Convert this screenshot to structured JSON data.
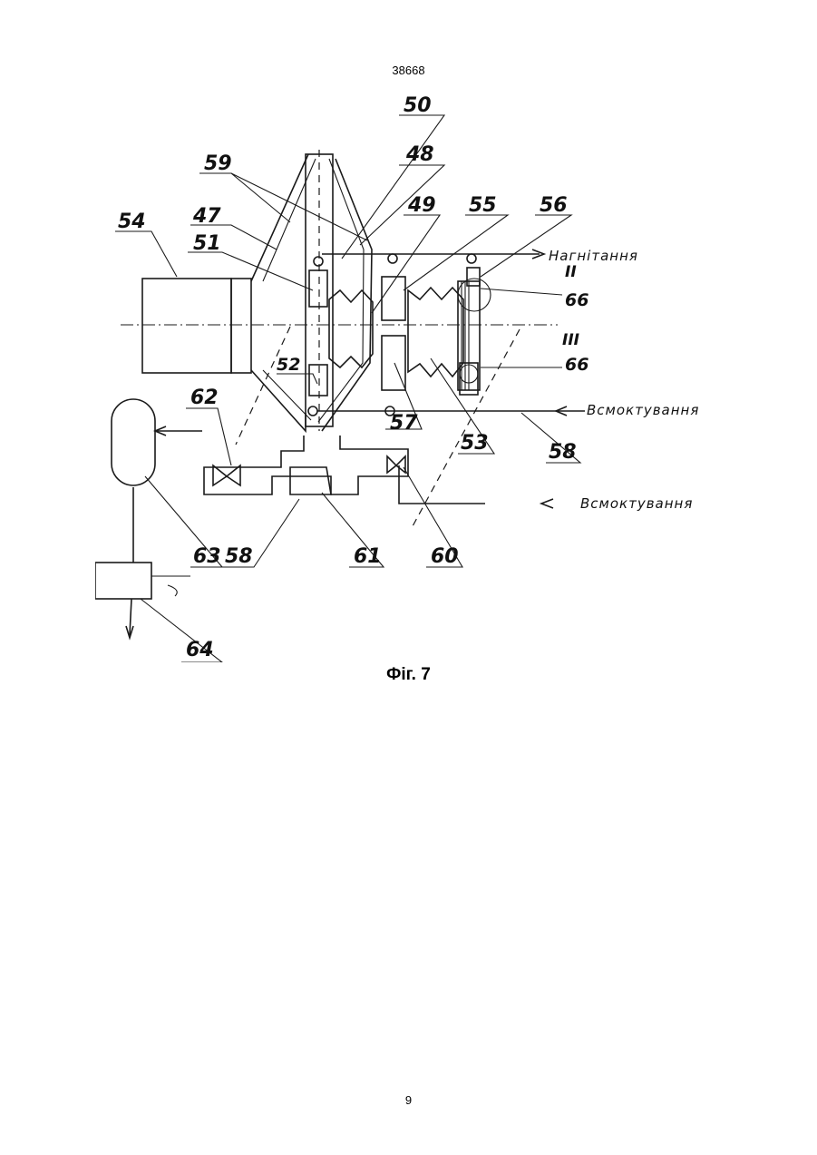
{
  "header": {
    "doc_number": "38668"
  },
  "figure": {
    "caption": "Фіг. 7",
    "labels": {
      "l47": "47",
      "l48": "48",
      "l49": "49",
      "l50": "50",
      "l51": "51",
      "l52": "52",
      "l53": "53",
      "l54": "54",
      "l55": "55",
      "l56": "56",
      "l57": "57",
      "l58a": "58",
      "l58b": "58",
      "l59": "59",
      "l60": "60",
      "l61": "61",
      "l62": "62",
      "l63": "63",
      "l64": "64",
      "l66a": "66",
      "l66b": "66",
      "lII": "II",
      "lIII": "III"
    },
    "flows": {
      "discharge": "Нагнітання",
      "suction1": "Всмоктування",
      "suction2": "Всмоктування"
    }
  },
  "footer": {
    "page_number": "9"
  }
}
